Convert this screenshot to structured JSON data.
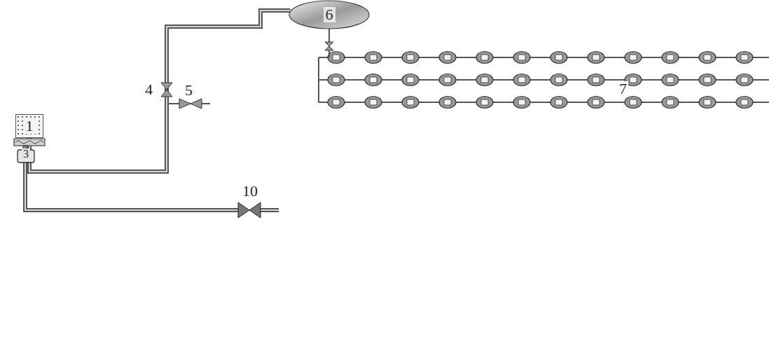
{
  "diagram": {
    "nodes": [
      {
        "text": [
          "1"
        ]
      },
      {
        "text": [
          "6"
        ]
      }
    ],
    "edges": [
      {
        "from": 0,
        "to": 1,
        "arrow": "none"
      }
    ],
    "labels": [
      "3",
      "4",
      "5",
      "7",
      "10"
    ]
  }
}
